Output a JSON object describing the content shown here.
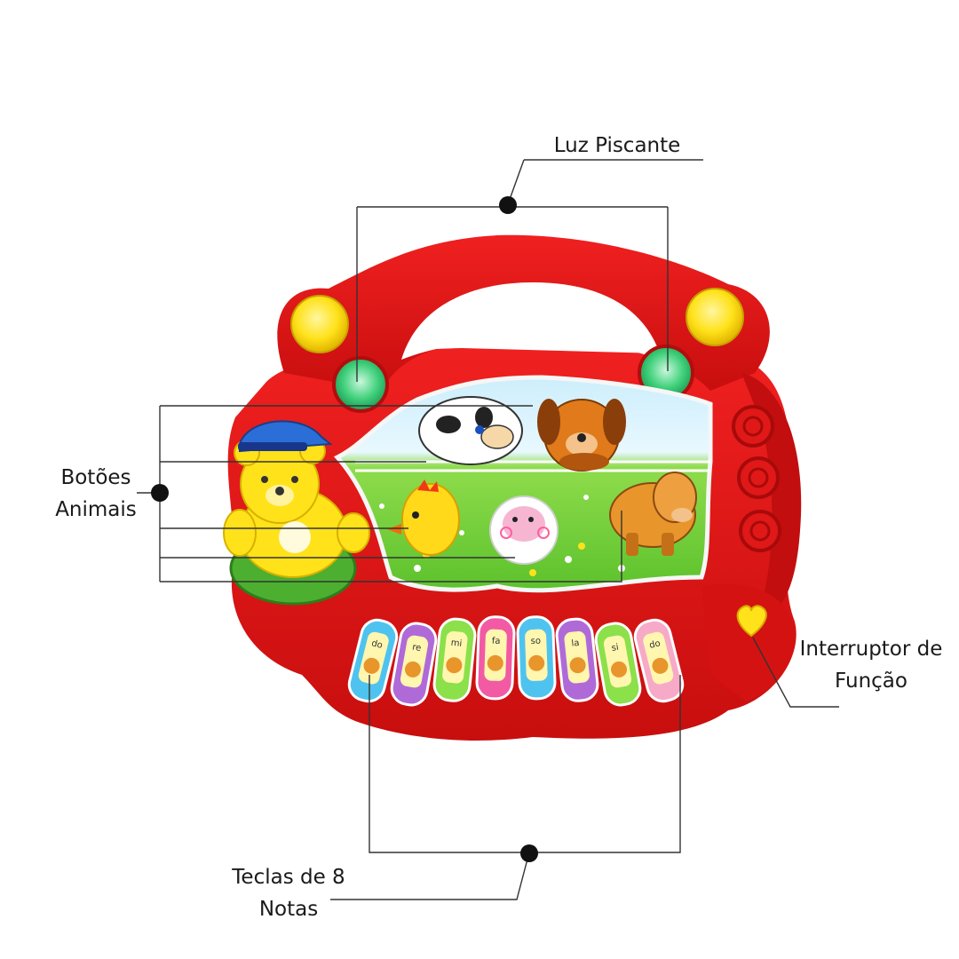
{
  "callouts": {
    "luz_piscante": "Luz Piscante",
    "botoes_animais": [
      "Botões",
      "Animais"
    ],
    "interruptor": [
      "Interruptor de",
      "Função"
    ],
    "teclas": [
      "Teclas de 8",
      "Notas"
    ]
  },
  "keys": [
    {
      "note": "do",
      "color": "#4fc3ef"
    },
    {
      "note": "re",
      "color": "#b06ad8"
    },
    {
      "note": "mi",
      "color": "#8ce04a"
    },
    {
      "note": "fa",
      "color": "#f25aa4"
    },
    {
      "note": "so",
      "color": "#4fc3ef"
    },
    {
      "note": "la",
      "color": "#b06ad8"
    },
    {
      "note": "si",
      "color": "#8ce04a"
    },
    {
      "note": "do",
      "color": "#f7a9c8"
    }
  ],
  "colors": {
    "toy_body": "#e01414",
    "toy_dark": "#b80c0c",
    "yellow": "#ffe21a",
    "green_light": "#3fd07a",
    "scene_grass": "#7ed63a",
    "scene_sky": "#cdeefc"
  },
  "icons": [
    "heart-icon",
    "bear-icon",
    "cow-icon",
    "dog-icon",
    "chick-icon",
    "sheep-icon",
    "horse-icon"
  ]
}
